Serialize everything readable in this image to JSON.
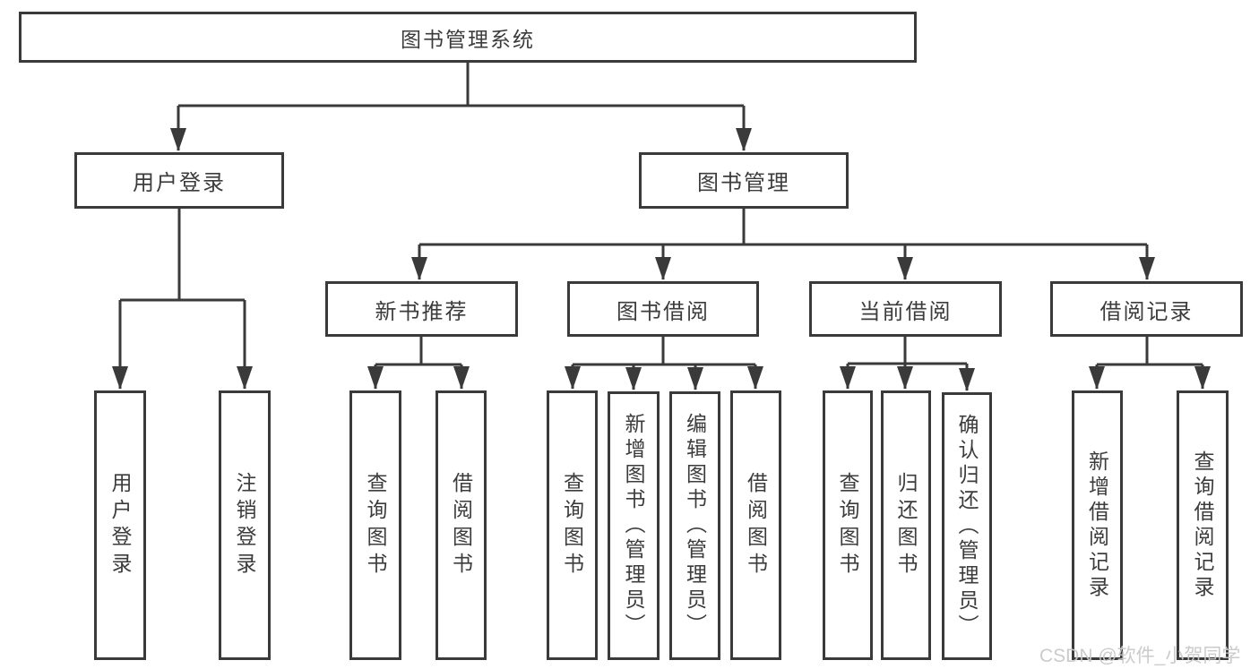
{
  "tree": {
    "label": "图书管理系统",
    "children": [
      {
        "label": "用户登录",
        "children": [
          {
            "label": "用户登录"
          },
          {
            "label": "注销登录"
          }
        ]
      },
      {
        "label": "图书管理",
        "children": [
          {
            "label": "新书推荐",
            "children": [
              {
                "label": "查询图书"
              },
              {
                "label": "借阅图书"
              }
            ]
          },
          {
            "label": "图书借阅",
            "children": [
              {
                "label": "查询图书"
              },
              {
                "label": "新增图书（管理员）"
              },
              {
                "label": "编辑图书（管理员）"
              },
              {
                "label": "借阅图书"
              }
            ]
          },
          {
            "label": "当前借阅",
            "children": [
              {
                "label": "查询图书"
              },
              {
                "label": "归还图书"
              },
              {
                "label": "确认归还（管理员）"
              }
            ]
          },
          {
            "label": "借阅记录",
            "children": [
              {
                "label": "新增借阅记录"
              },
              {
                "label": "查询借阅记录"
              }
            ]
          }
        ]
      }
    ]
  },
  "watermark": "CSDN @软件_小贺同学",
  "colors": {
    "line": "#3a3a3a",
    "text": "#3c3c3c",
    "box_background": "#ffffff",
    "watermark": "#c9c9c9"
  }
}
